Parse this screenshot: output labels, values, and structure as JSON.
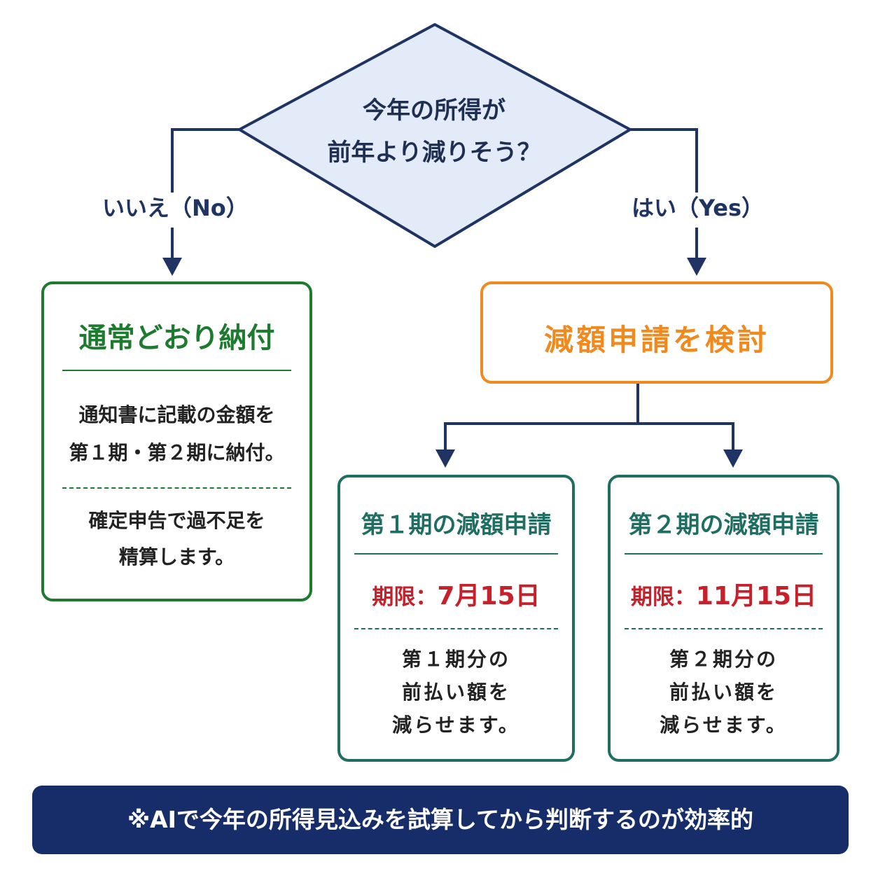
{
  "question": {
    "line1": "今年の所得が",
    "line2": "前年より減りそう？"
  },
  "branches": {
    "no_label": "いいえ（No）",
    "yes_label": "はい（Yes）"
  },
  "normal_payment": {
    "title": "通常どおり納付",
    "line1": "通知書に記載の金額を",
    "line2": "第１期・第２期に納付。",
    "line3": "確定申告で過不足を",
    "line4": "精算します。"
  },
  "reduction": {
    "title": "減額申請を検討"
  },
  "period1": {
    "title": "第１期の減額申請",
    "deadline_label": "期限：",
    "deadline_value": "7月15日",
    "line1": "第１期分の",
    "line2": "前払い額を",
    "line3": "減らせます。"
  },
  "period2": {
    "title": "第２期の減額申請",
    "deadline_label": "期限：",
    "deadline_value": "11月15日",
    "line1": "第２期分の",
    "line2": "前払い額を",
    "line3": "減らせます。"
  },
  "footer": {
    "note": "※AIで今年の所得見込みを試算してから判断するのが効率的"
  },
  "colors": {
    "navy": "#1f3463",
    "diamond_fill": "#e3ebf8",
    "green": "#1e7a2e",
    "orange": "#f08a1e",
    "teal": "#1f6e62",
    "deadline_red": "#c6212b",
    "footer_bg": "#172d6a"
  }
}
